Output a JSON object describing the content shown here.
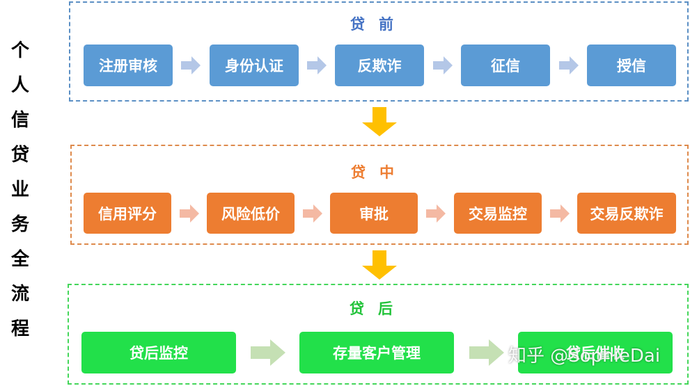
{
  "side_title": [
    "个",
    "人",
    "信",
    "贷",
    "业",
    "务",
    "全",
    "流",
    "程"
  ],
  "stages": [
    {
      "title": "贷前",
      "border_color": "#5b8fc4",
      "title_color": "#4472c4",
      "box_color": "#5b9bd5",
      "arrow_color": "#b4c7e7",
      "steps": [
        "注册审核",
        "身份认证",
        "反欺诈",
        "征信",
        "授信"
      ]
    },
    {
      "title": "贷中",
      "border_color": "#de8a4c",
      "title_color": "#ed7d31",
      "box_color": "#ed7d31",
      "arrow_color": "#f4b9a3",
      "steps": [
        "信用评分",
        "风险低价",
        "审批",
        "交易监控",
        "交易反欺诈"
      ]
    },
    {
      "title": "贷后",
      "border_color": "#44d65a",
      "title_color": "#22c33a",
      "box_color": "#22e04a",
      "arrow_color": "#c5e0b4",
      "steps": [
        "贷后监控",
        "存量客户管理",
        "贷后催收"
      ]
    }
  ],
  "connector_color": "#ffc000",
  "watermark": "知乎 @SophieDai"
}
